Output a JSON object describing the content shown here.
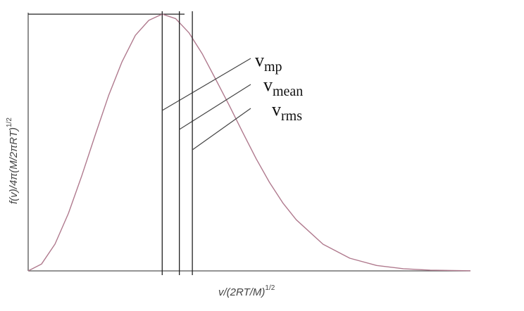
{
  "chart_data": {
    "type": "line",
    "title": "",
    "xlabel": {
      "main": "v/(2RT/M)",
      "sup": "1/2"
    },
    "ylabel": {
      "main": "f(v)/4π(M/2πRT)",
      "sup": "1/2"
    },
    "xlim": [
      0,
      3.3
    ],
    "ylim": [
      0,
      0.37
    ],
    "grid": false,
    "curve_color": "#b07a8e",
    "line_color": "#222222",
    "series": [
      {
        "function": "x^2 * exp(-x^2)",
        "x": [
          0,
          0.1,
          0.2,
          0.3,
          0.4,
          0.5,
          0.6,
          0.7,
          0.8,
          0.9,
          1.0,
          1.1,
          1.2,
          1.3,
          1.4,
          1.5,
          1.6,
          1.7,
          1.8,
          1.9,
          2.0,
          2.2,
          2.4,
          2.6,
          2.8,
          3.0,
          3.3
        ],
        "y": [
          0,
          0.0099,
          0.0384,
          0.0823,
          0.1363,
          0.1947,
          0.2512,
          0.2995,
          0.3375,
          0.359,
          0.3679,
          0.3615,
          0.3411,
          0.3106,
          0.2742,
          0.2371,
          0.1987,
          0.1611,
          0.127,
          0.0974,
          0.0733,
          0.0382,
          0.0181,
          0.0078,
          0.0031,
          0.0011,
          0.0002
        ]
      }
    ],
    "markers": [
      {
        "id": "vmp",
        "x": 1.0,
        "base": "v",
        "sub": "mp"
      },
      {
        "id": "vmean",
        "x": 1.128,
        "base": "v",
        "sub": "mean"
      },
      {
        "id": "vrms",
        "x": 1.225,
        "base": "v",
        "sub": "rms"
      }
    ]
  }
}
